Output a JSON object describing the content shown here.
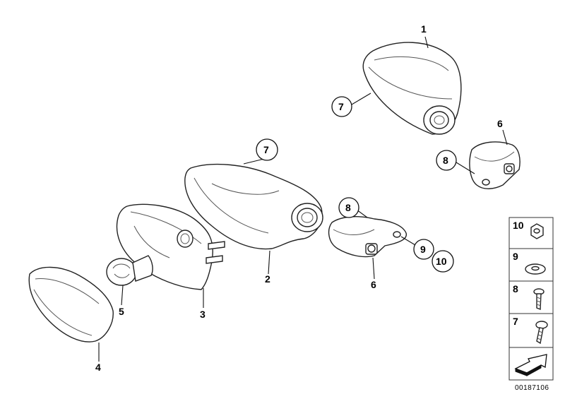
{
  "callouts": {
    "c1": "1",
    "c2": "2",
    "c3": "3",
    "c4": "4",
    "c5": "5",
    "c6a": "6",
    "c6b": "6",
    "c7a": "7",
    "c7b": "7",
    "c8a": "8",
    "c8b": "8",
    "c9": "9",
    "c10": "10"
  },
  "legend": {
    "items": [
      {
        "number": "10",
        "icon": "nut-icon"
      },
      {
        "number": "9",
        "icon": "washer-icon"
      },
      {
        "number": "8",
        "icon": "screw-icon"
      },
      {
        "number": "7",
        "icon": "screw-icon"
      }
    ]
  },
  "diagram_id": "00187106"
}
